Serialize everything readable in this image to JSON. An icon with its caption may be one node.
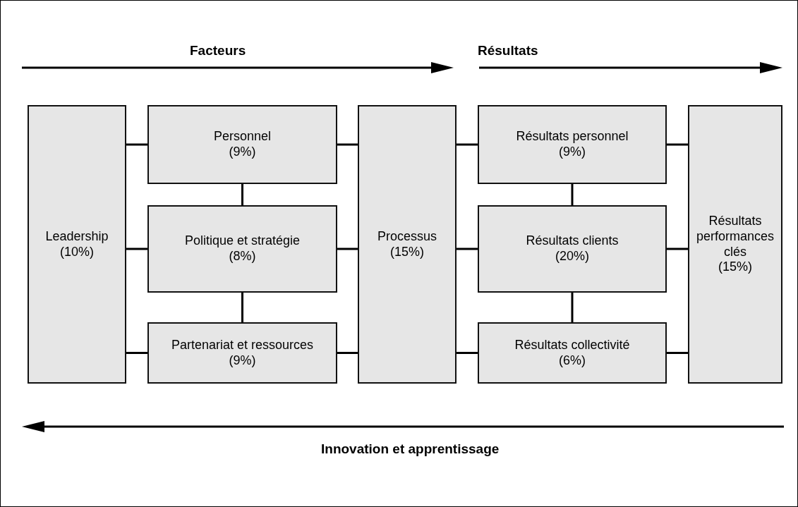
{
  "diagram": {
    "nodes": [
      {
        "text": [
          "Leadership",
          "(10%)"
        ]
      },
      {
        "text": [
          "Personnel",
          "(9%)"
        ]
      },
      {
        "text": [
          "Politique et stratégie",
          "(8%)"
        ]
      },
      {
        "text": [
          "Partenariat et ressources",
          "(9%)"
        ]
      },
      {
        "text": [
          "Processus",
          "(15%)"
        ]
      },
      {
        "text": [
          "Résultats personnel",
          "(9%)"
        ]
      },
      {
        "text": [
          "Résultats clients",
          "(20%)"
        ]
      },
      {
        "text": [
          "Résultats collectivité",
          "(6%)"
        ]
      },
      {
        "text": [
          "Résultats performances clés",
          "(15%)"
        ]
      }
    ],
    "edges": [
      {
        "from": 0,
        "to": 1,
        "arrow": "none"
      },
      {
        "from": 0,
        "to": 2,
        "arrow": "none"
      },
      {
        "from": 0,
        "to": 3,
        "arrow": "none"
      },
      {
        "from": 1,
        "to": 2,
        "arrow": "none"
      },
      {
        "from": 2,
        "to": 3,
        "arrow": "none"
      },
      {
        "from": 1,
        "to": 4,
        "arrow": "none"
      },
      {
        "from": 2,
        "to": 4,
        "arrow": "none"
      },
      {
        "from": 3,
        "to": 4,
        "arrow": "none"
      },
      {
        "from": 4,
        "to": 5,
        "arrow": "none"
      },
      {
        "from": 4,
        "to": 6,
        "arrow": "none"
      },
      {
        "from": 4,
        "to": 7,
        "arrow": "none"
      },
      {
        "from": 5,
        "to": 6,
        "arrow": "none"
      },
      {
        "from": 6,
        "to": 7,
        "arrow": "none"
      },
      {
        "from": 5,
        "to": 8,
        "arrow": "none"
      },
      {
        "from": 6,
        "to": 8,
        "arrow": "none"
      },
      {
        "from": 7,
        "to": 8,
        "arrow": "none"
      }
    ],
    "labels": [
      "Facteurs",
      "Résultats",
      "Innovation et apprentissage"
    ]
  }
}
